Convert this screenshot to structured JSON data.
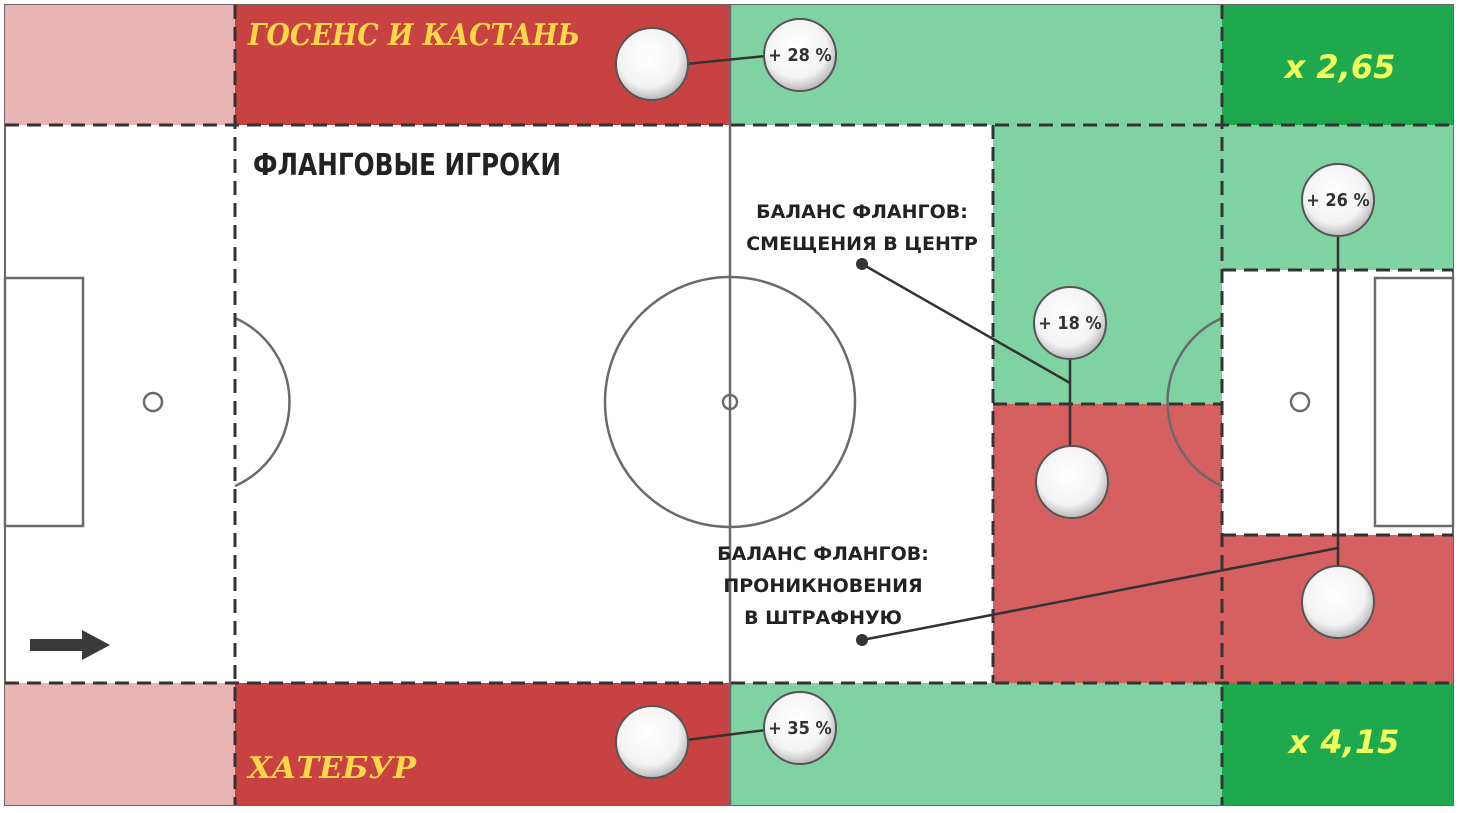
{
  "title": "ФЛАНГОВЫЕ ИГРОКИ",
  "teams": {
    "top": "ГОСЕНС И КАСТАНЬ",
    "bottom": "ХАТЕБУР"
  },
  "multipliers": {
    "top": "x 2,65",
    "bottom": "x 4,15"
  },
  "percentages": {
    "top_wing": "+ 28 %",
    "bottom_wing": "+ 35 %",
    "right_upper": "+ 26 %",
    "center_right": "+ 18 %"
  },
  "annotations": {
    "shifts": [
      "БАЛАНС ФЛАНГОВ:",
      "СМЕЩЕНИЯ В ЦЕНТР"
    ],
    "penetrations": [
      "БАЛАНС ФЛАНГОВ:",
      "ПРОНИКНОВЕНИЯ",
      "В ШТРАФНУЮ"
    ]
  },
  "colors": {
    "red_dark": "#c94242",
    "red_mid": "#d66060",
    "red_light": "#e8b4b4",
    "green_light": "#7fd3a3",
    "green_dark": "#1ea94e"
  }
}
